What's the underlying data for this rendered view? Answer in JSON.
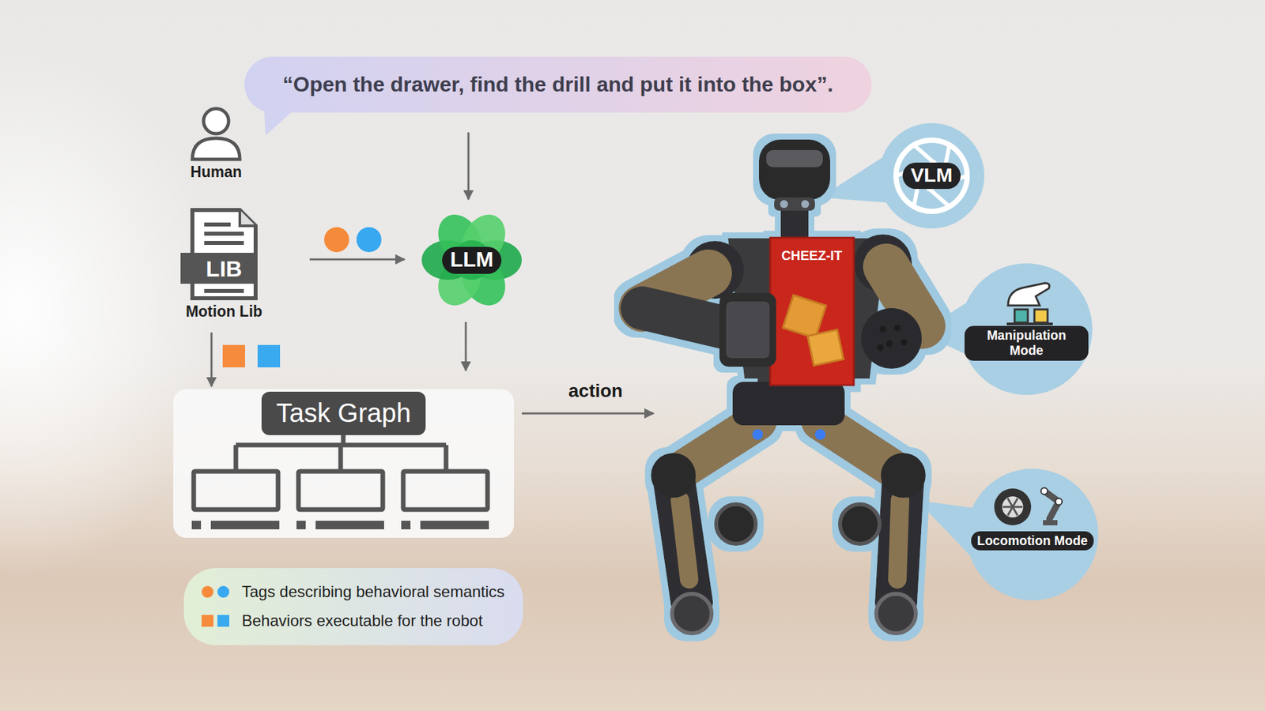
{
  "diagram": {
    "nodes": [
      {
        "text": [
          "“Open the drawer, find the drill and put it into the box”."
        ]
      },
      {
        "text": [
          "Human"
        ]
      },
      {
        "text": [
          "LIB",
          "Motion Lib"
        ]
      },
      {
        "text": [
          "LLM"
        ]
      },
      {
        "text": [
          "Task Graph"
        ]
      },
      {
        "text": [
          "VLM"
        ]
      },
      {
        "text": [
          "Manipulation Mode"
        ]
      },
      {
        "text": [
          "Locomotion Mode"
        ]
      }
    ],
    "edges": [
      {
        "from": 0,
        "to": 3,
        "arrow": "to"
      },
      {
        "from": 2,
        "to": 3,
        "arrow": "to"
      },
      {
        "from": 3,
        "to": 4,
        "arrow": "to"
      },
      {
        "from": 2,
        "to": 4,
        "arrow": "to"
      }
    ],
    "labels": [
      "action",
      "CHEEZ-IT"
    ],
    "legend": [
      {
        "text": "Tags describing behavioral semantics"
      },
      {
        "text": "Behaviors executable for the robot"
      }
    ]
  }
}
